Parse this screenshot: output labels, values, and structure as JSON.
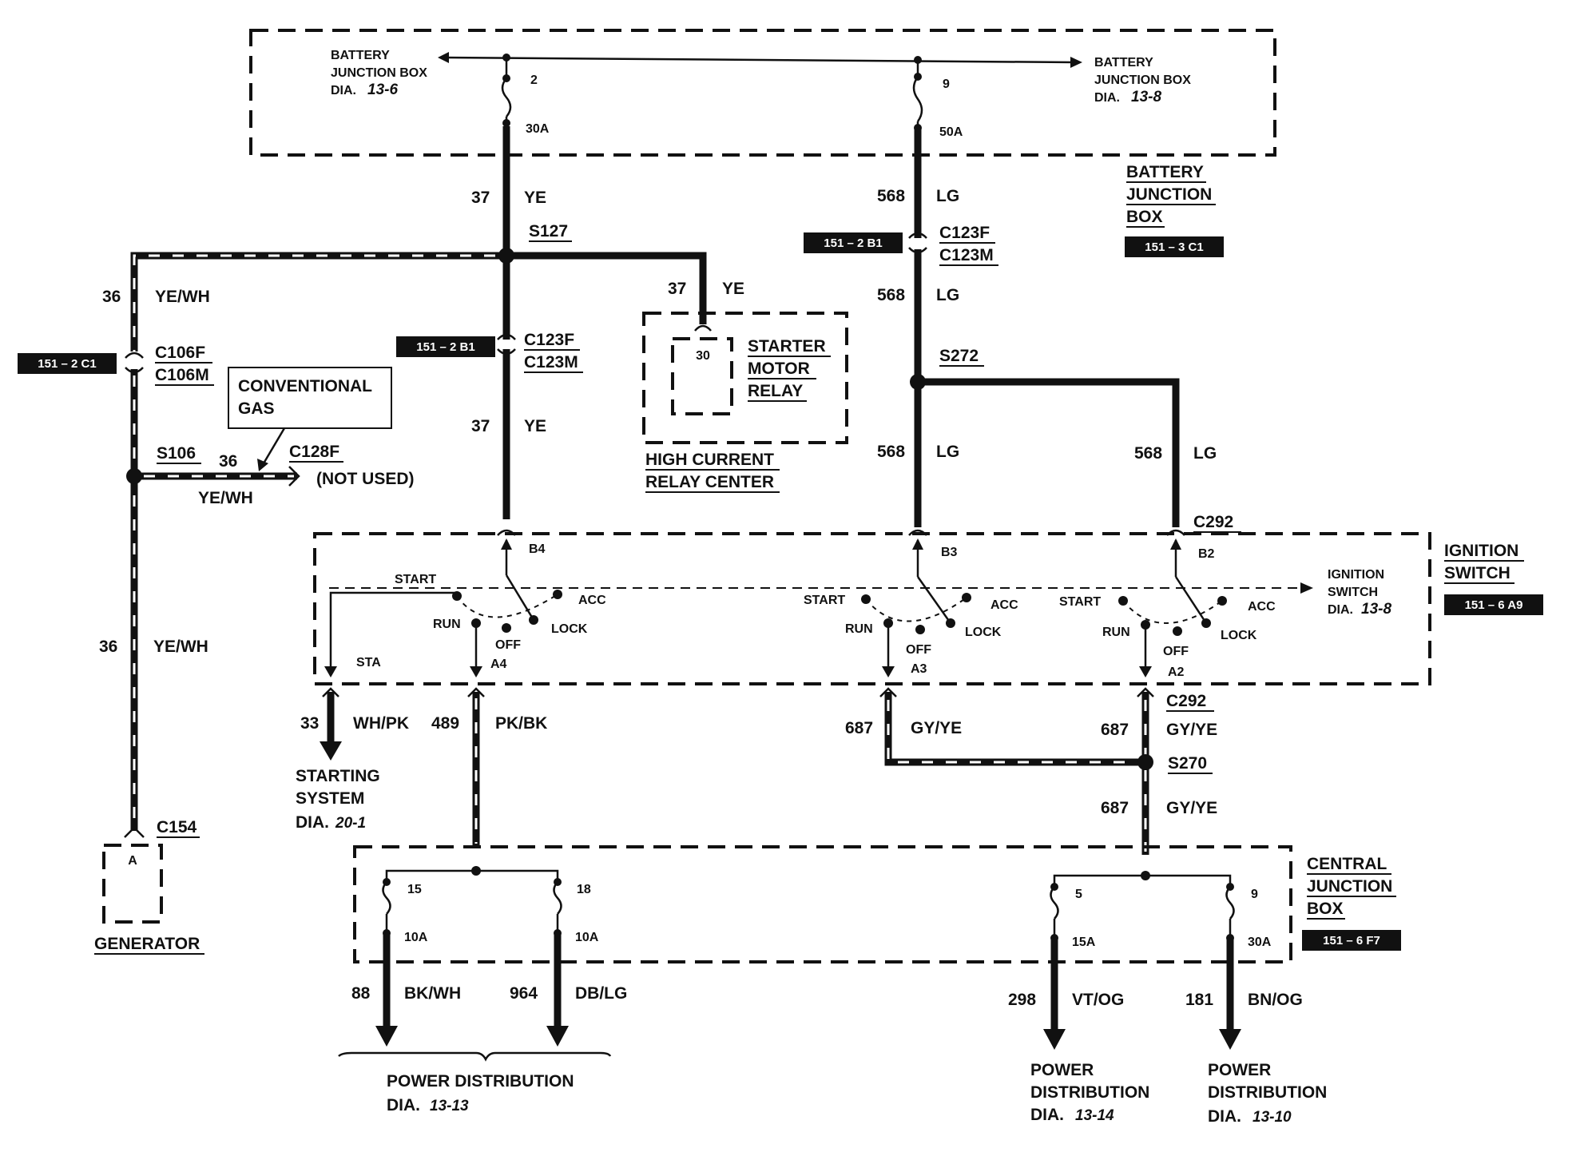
{
  "labels": {
    "bjb_left": [
      "BATTERY",
      "JUNCTION BOX",
      "DIA."
    ],
    "bjb_left_ref": "13-6",
    "bjb_right": [
      "BATTERY",
      "JUNCTION BOX",
      "DIA."
    ],
    "bjb_right_ref": "13-8",
    "fuse2_num": "2",
    "fuse2_rating": "30A",
    "fuse9_num": "9",
    "fuse9_rating": "50A",
    "battery_junction_box": [
      "BATTERY",
      "JUNCTION",
      "BOX"
    ],
    "tag_bjb": "151 – 3 C1",
    "w37": "37",
    "ye": "YE",
    "w568": "568",
    "lg": "LG",
    "s127": "S127",
    "s272": "S272",
    "s106": "S106",
    "s270": "S270",
    "c123f": "C123F",
    "c123m": "C123M",
    "tag_c123_left": "151 – 2 B1",
    "tag_c123_right": "151 – 2 B1",
    "w36": "36",
    "yewh": "YE/WH",
    "c106f": "C106F",
    "c106m": "C106M",
    "tag_c106": "151 – 2 C1",
    "conventional_gas": [
      "CONVENTIONAL",
      "GAS"
    ],
    "c128f": "C128F",
    "not_used": "(NOT USED)",
    "relay_pin": "30",
    "starter_motor_relay": [
      "STARTER",
      "MOTOR",
      "RELAY"
    ],
    "high_current_relay_center": [
      "HIGH CURRENT",
      "RELAY CENTER"
    ],
    "c292": "C292",
    "ignition_switch": [
      "IGNITION",
      "SWITCH"
    ],
    "tag_ign": "151 – 6 A9",
    "ign_dia": [
      "IGNITION",
      "SWITCH",
      "DIA."
    ],
    "ign_dia_ref": "13-8",
    "sw_start": "START",
    "sw_run": "RUN",
    "sw_off": "OFF",
    "sw_acc": "ACC",
    "sw_lock": "LOCK",
    "pin_sta": "STA",
    "pin_a4": "A4",
    "pin_a3": "A3",
    "pin_a2": "A2",
    "pin_b4": "B4",
    "pin_b3": "B3",
    "pin_b2": "B2",
    "w33": "33",
    "whpk": "WH/PK",
    "w489": "489",
    "pkbk": "PK/BK",
    "w687": "687",
    "gyye": "GY/YE",
    "starting_system": [
      "STARTING",
      "SYSTEM",
      "DIA."
    ],
    "starting_system_ref": "20-1",
    "c154": "C154",
    "gen_pin": "A",
    "generator": "GENERATOR",
    "cjb_fuse15": "15",
    "cjb_fuse18": "18",
    "cjb_fuse5": "5",
    "cjb_fuse9": "9",
    "rating_10a": "10A",
    "rating_15a": "15A",
    "rating_30a": "30A",
    "central_junction_box": [
      "CENTRAL",
      "JUNCTION",
      "BOX"
    ],
    "tag_cjb": "151 – 6 F7",
    "w88": "88",
    "bkwh": "BK/WH",
    "w964": "964",
    "dblg": "DB/LG",
    "w298": "298",
    "vtog": "VT/OG",
    "w181": "181",
    "bnog": "BN/OG",
    "power_distribution": [
      "POWER",
      "DISTRIBUTION",
      "DIA."
    ],
    "pd_ref_1313": "13-13",
    "pd_ref_1314": "13-14",
    "pd_ref_1310": "13-10"
  },
  "colors": {
    "ink": "#111111",
    "paper": "#ffffff"
  }
}
